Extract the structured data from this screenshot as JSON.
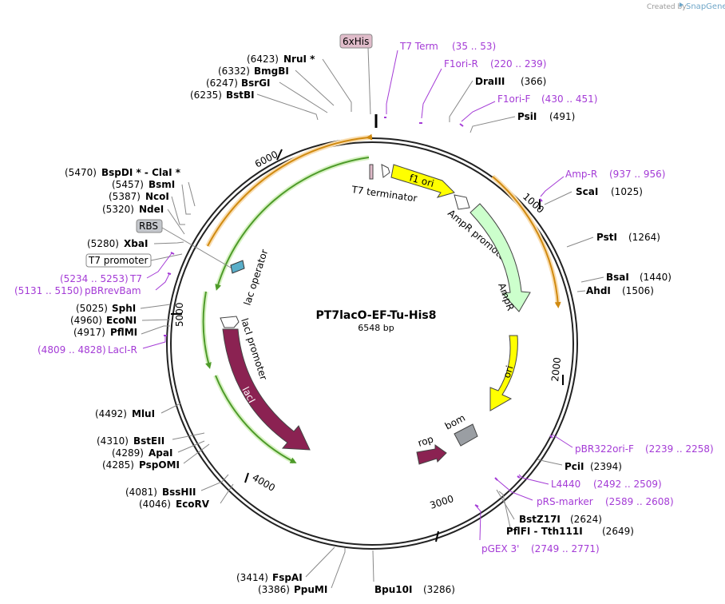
{
  "credit": {
    "created_by": "Created by",
    "brand": "SnapGene"
  },
  "plasmid": {
    "name": "PT7lacO-EF-Tu-His8",
    "length_label": "6548 bp"
  },
  "ticks": [
    "1000",
    "2000",
    "3000",
    "4000",
    "5000",
    "6000"
  ],
  "enzymes": [
    {
      "name": "NruI *",
      "pos": "(6423)"
    },
    {
      "name": "BmgBI",
      "pos": "(6332)"
    },
    {
      "name": "BsrGI",
      "pos": "(6247)"
    },
    {
      "name": "BstBI",
      "pos": "(6235)"
    },
    {
      "name": "DraIII",
      "pos": "(366)"
    },
    {
      "name": "PsiI",
      "pos": "(491)"
    },
    {
      "name": "ScaI",
      "pos": "(1025)"
    },
    {
      "name": "PstI",
      "pos": "(1264)"
    },
    {
      "name": "BsaI",
      "pos": "(1440)"
    },
    {
      "name": "AhdI",
      "pos": "(1506)"
    },
    {
      "name": "PciI",
      "pos": "(2394)"
    },
    {
      "name": "BstZ17I",
      "pos": "(2624)"
    },
    {
      "name": "PflFI - Tth111I",
      "pos": "(2649)"
    },
    {
      "name": "Bpu10I",
      "pos": "(3286)"
    },
    {
      "name": "PpuMI",
      "pos": "(3386)"
    },
    {
      "name": "FspAI",
      "pos": "(3414)"
    },
    {
      "name": "EcoRV",
      "pos": "(4046)"
    },
    {
      "name": "BssHII",
      "pos": "(4081)"
    },
    {
      "name": "PspOMI",
      "pos": "(4285)"
    },
    {
      "name": "ApaI",
      "pos": "(4289)"
    },
    {
      "name": "BstEII",
      "pos": "(4310)"
    },
    {
      "name": "MluI",
      "pos": "(4492)"
    },
    {
      "name": "PflMI",
      "pos": "(4917)"
    },
    {
      "name": "EcoNI",
      "pos": "(4960)"
    },
    {
      "name": "SphI",
      "pos": "(5025)"
    },
    {
      "name": "XbaI",
      "pos": "(5280)"
    },
    {
      "name": "NdeI",
      "pos": "(5320)"
    },
    {
      "name": "NcoI",
      "pos": "(5387)"
    },
    {
      "name": "BsmI",
      "pos": "(5457)"
    },
    {
      "name": "BspDI * - ClaI *",
      "pos": "(5470)"
    }
  ],
  "primers": [
    {
      "name": "T7 Term",
      "range": "(35 .. 53)"
    },
    {
      "name": "F1ori-R",
      "range": "(220 .. 239)"
    },
    {
      "name": "F1ori-F",
      "range": "(430 .. 451)"
    },
    {
      "name": "Amp-R",
      "range": "(937 .. 956)"
    },
    {
      "name": "pBR322ori-F",
      "range": "(2239 .. 2258)"
    },
    {
      "name": "L4440",
      "range": "(2492 .. 2509)"
    },
    {
      "name": "pRS-marker",
      "range": "(2589 .. 2608)"
    },
    {
      "name": "pGEX 3'",
      "range": "(2749 .. 2771)"
    },
    {
      "name": "LacI-R",
      "range": "(4809 .. 4828)"
    },
    {
      "name": "pBRrevBam",
      "range": "(5131 .. 5150)"
    },
    {
      "name": "T7",
      "range": "(5234 .. 5253)"
    }
  ],
  "boxed_features": [
    "6xHis",
    "RBS",
    "T7 promoter"
  ],
  "feature_labels": [
    "T7 terminator",
    "f1 ori",
    "AmpR promoter",
    "AmpR",
    "ori",
    "rop",
    "bom",
    "lacI",
    "lacI promoter",
    "lac operator"
  ],
  "colors": {
    "primer": "#a43bd6",
    "f1_ori": "#ffff00",
    "ori": "#ffff00",
    "ampr": "#ccffcc",
    "laci": "#8b2252",
    "rop": "#8b2252",
    "bom": "#9a9ea3",
    "his_tag": "#e0bcca",
    "lac_operator": "#5aaec9",
    "primer_arc_orange": "#f0a024",
    "primer_arc_green": "#7ed74a"
  }
}
